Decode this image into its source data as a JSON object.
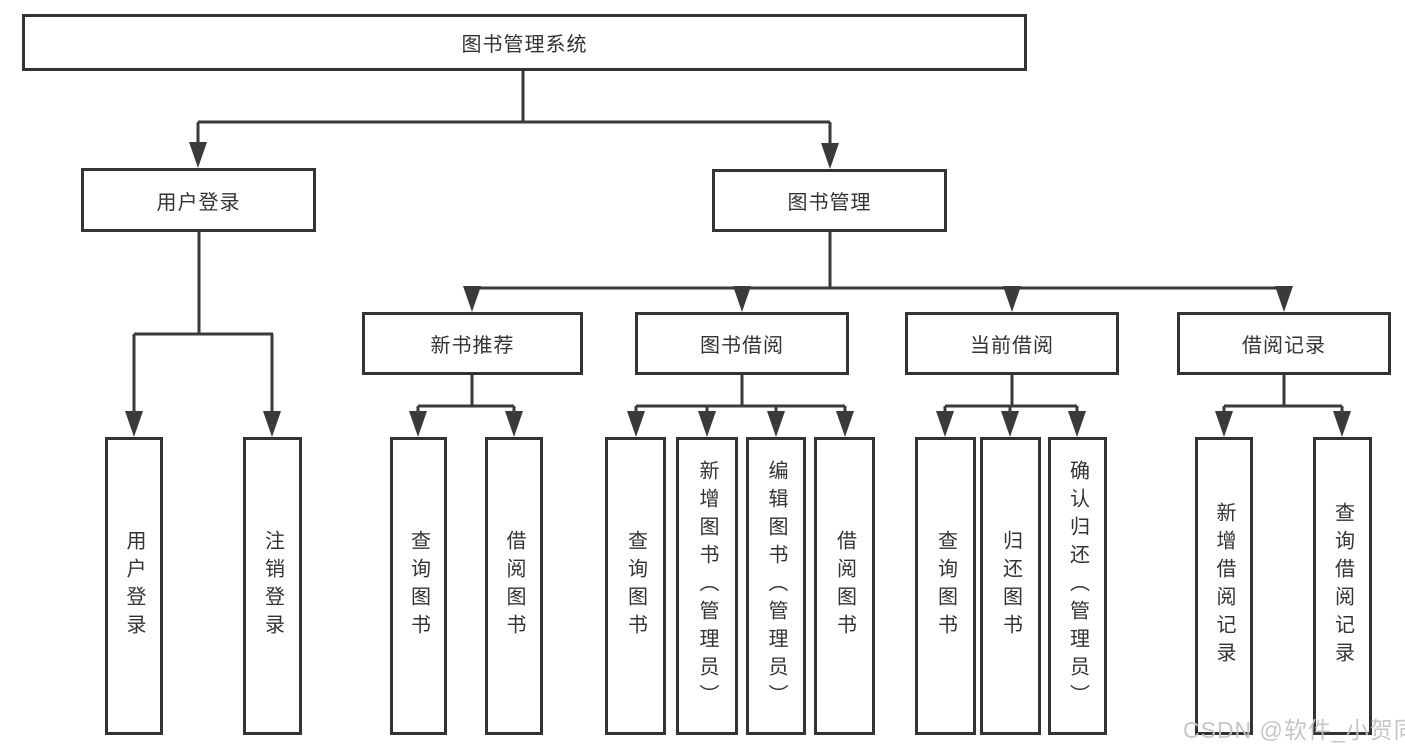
{
  "diagram_title": "图书管理系统",
  "tree": {
    "root": "图书管理系统",
    "children": [
      {
        "label": "用户登录",
        "children": [
          "用户登录",
          "注销登录"
        ]
      },
      {
        "label": "图书管理",
        "children": [
          {
            "label": "新书推荐",
            "children": [
              "查询图书",
              "借阅图书"
            ]
          },
          {
            "label": "图书借阅",
            "children": [
              "查询图书",
              "新增图书（管理员）",
              "编辑图书（管理员）",
              "借阅图书"
            ]
          },
          {
            "label": "当前借阅",
            "children": [
              "查询图书",
              "归还图书",
              "确认归还（管理员）"
            ]
          },
          {
            "label": "借阅记录",
            "children": [
              "新增借阅记录",
              "查询借阅记录"
            ]
          }
        ]
      }
    ]
  },
  "watermark": "CSDN @软件_小贺同学",
  "colors": {
    "line": "#3a3a3a",
    "box_border": "#333333",
    "text": "#333333",
    "watermark": "#c3c3c3",
    "background": "#ffffff"
  }
}
